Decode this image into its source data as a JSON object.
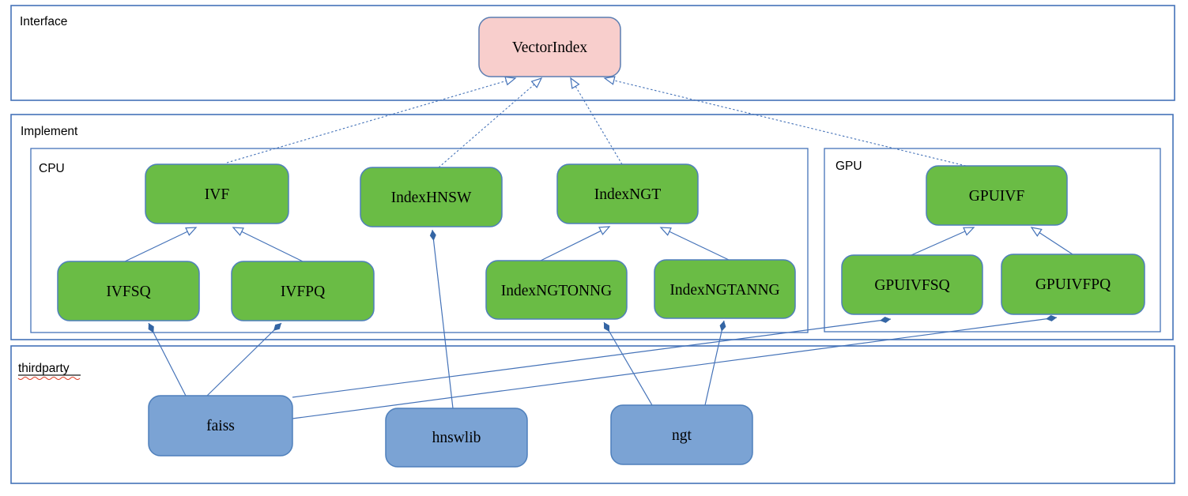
{
  "sections": {
    "interface": {
      "label": "Interface"
    },
    "implement": {
      "label": "Implement"
    },
    "cpu": {
      "label": "CPU"
    },
    "gpu": {
      "label": "GPU"
    },
    "thirdparty": {
      "label": "thirdparty"
    }
  },
  "nodes": {
    "vectorindex": {
      "label": "VectorIndex",
      "kind": "interface"
    },
    "ivf": {
      "label": "IVF",
      "kind": "implementation"
    },
    "indexhnsw": {
      "label": "IndexHNSW",
      "kind": "implementation"
    },
    "indexngt": {
      "label": "IndexNGT",
      "kind": "implementation"
    },
    "gpuivf": {
      "label": "GPUIVF",
      "kind": "implementation"
    },
    "ivfsq": {
      "label": "IVFSQ",
      "kind": "implementation"
    },
    "ivfpq": {
      "label": "IVFPQ",
      "kind": "implementation"
    },
    "indexngtonng": {
      "label": "IndexNGTONNG",
      "kind": "implementation"
    },
    "indexngtanng": {
      "label": "IndexNGTANNG",
      "kind": "implementation"
    },
    "gpuivfsq": {
      "label": "GPUIVFSQ",
      "kind": "implementation"
    },
    "gpuivfpq": {
      "label": "GPUIVFPQ",
      "kind": "implementation"
    },
    "faiss": {
      "label": "faiss",
      "kind": "thirdparty-library"
    },
    "hnswlib": {
      "label": "hnswlib",
      "kind": "thirdparty-library"
    },
    "ngt": {
      "label": "ngt",
      "kind": "thirdparty-library"
    }
  },
  "edges": [
    {
      "from": "ivf",
      "to": "vectorindex",
      "type": "realization"
    },
    {
      "from": "indexhnsw",
      "to": "vectorindex",
      "type": "realization"
    },
    {
      "from": "indexngt",
      "to": "vectorindex",
      "type": "realization"
    },
    {
      "from": "gpuivf",
      "to": "vectorindex",
      "type": "realization"
    },
    {
      "from": "ivfsq",
      "to": "ivf",
      "type": "generalization"
    },
    {
      "from": "ivfpq",
      "to": "ivf",
      "type": "generalization"
    },
    {
      "from": "indexngtonng",
      "to": "indexngt",
      "type": "generalization"
    },
    {
      "from": "indexngtanng",
      "to": "indexngt",
      "type": "generalization"
    },
    {
      "from": "gpuivfsq",
      "to": "gpuivf",
      "type": "generalization"
    },
    {
      "from": "gpuivfpq",
      "to": "gpuivf",
      "type": "generalization"
    },
    {
      "from": "faiss",
      "to": "ivfsq",
      "type": "composition"
    },
    {
      "from": "faiss",
      "to": "ivfpq",
      "type": "composition"
    },
    {
      "from": "hnswlib",
      "to": "indexhnsw",
      "type": "composition"
    },
    {
      "from": "ngt",
      "to": "indexngtonng",
      "type": "composition"
    },
    {
      "from": "ngt",
      "to": "indexngtanng",
      "type": "composition"
    },
    {
      "from": "faiss",
      "to": "gpuivfsq",
      "type": "composition"
    },
    {
      "from": "faiss",
      "to": "gpuivfpq",
      "type": "composition"
    }
  ],
  "colors": {
    "canvas_bg": "#ffffff",
    "container_border": "#4472b8",
    "edge_line": "#4472b8",
    "node_green_fill": "#6abc45",
    "node_green_border": "#4e7fbb",
    "node_pink_fill": "#f8cecc",
    "node_pink_border": "#5b7db1",
    "node_blue_fill": "#7ba3d4",
    "node_blue_border": "#4e7fbb",
    "diamond_fill": "#3465a4",
    "label_color": "#000000",
    "spellcheck_underline": "#e03b24"
  }
}
